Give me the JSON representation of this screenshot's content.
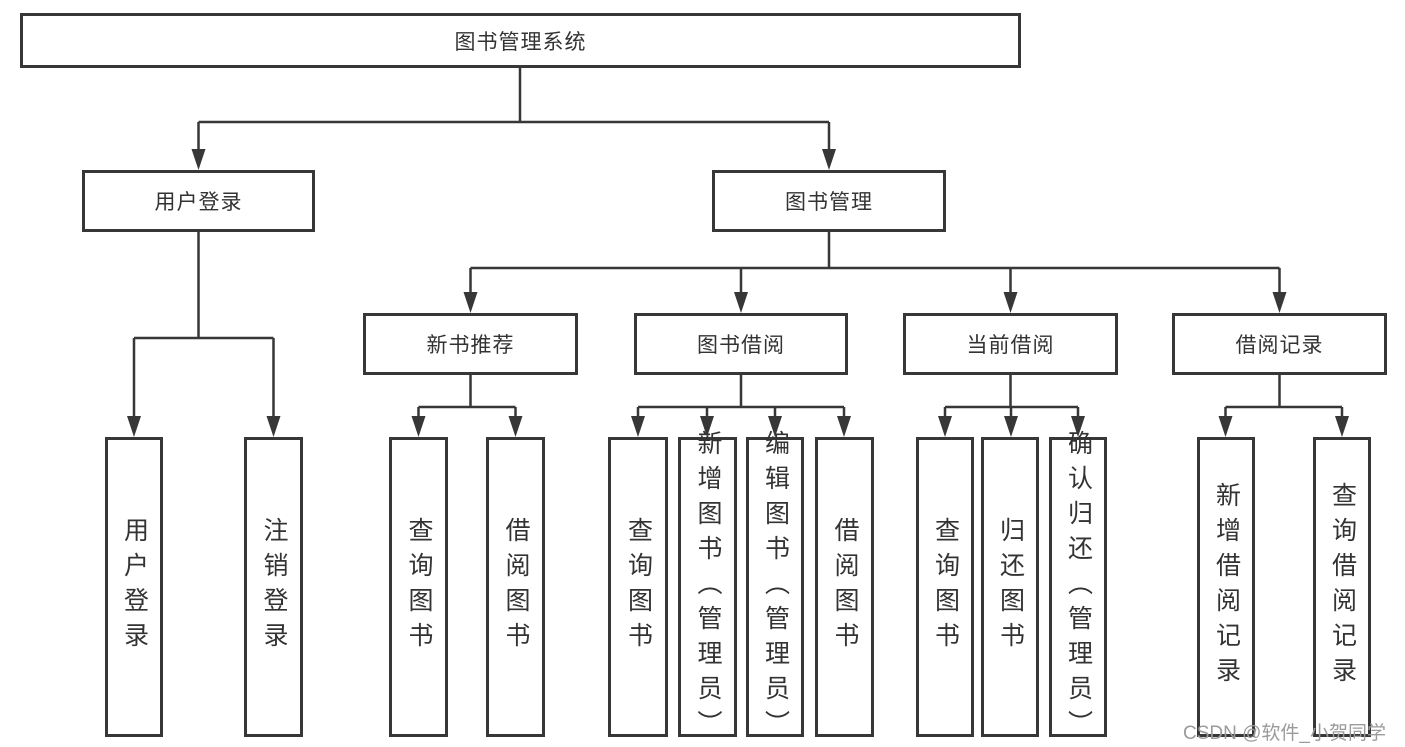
{
  "diagram": {
    "type": "hierarchy",
    "root": "图书管理系统",
    "level2": [
      {
        "label": "用户登录",
        "parent": "图书管理系统"
      },
      {
        "label": "图书管理",
        "parent": "图书管理系统"
      }
    ],
    "level3": [
      {
        "label": "新书推荐",
        "parent": "图书管理"
      },
      {
        "label": "图书借阅",
        "parent": "图书管理"
      },
      {
        "label": "当前借阅",
        "parent": "图书管理"
      },
      {
        "label": "借阅记录",
        "parent": "图书管理"
      }
    ],
    "leaves": [
      {
        "label": "用户登录",
        "parent": "用户登录"
      },
      {
        "label": "注销登录",
        "parent": "用户登录"
      },
      {
        "label": "查询图书",
        "parent": "新书推荐"
      },
      {
        "label": "借阅图书",
        "parent": "新书推荐"
      },
      {
        "label": "查询图书",
        "parent": "图书借阅"
      },
      {
        "label": "新增图书（管理员）",
        "parent": "图书借阅"
      },
      {
        "label": "编辑图书（管理员）",
        "parent": "图书借阅"
      },
      {
        "label": "借阅图书",
        "parent": "图书借阅"
      },
      {
        "label": "查询图书",
        "parent": "当前借阅"
      },
      {
        "label": "归还图书",
        "parent": "当前借阅"
      },
      {
        "label": "确认归还（管理员）",
        "parent": "当前借阅"
      },
      {
        "label": "新增借阅记录",
        "parent": "借阅记录"
      },
      {
        "label": "查询借阅记录",
        "parent": "借阅记录"
      }
    ]
  },
  "watermark": "CSDN @软件_小贺同学",
  "colors": {
    "line": "#373737",
    "text": "#333333",
    "watermark": "#9b9b9b",
    "background": "#ffffff"
  }
}
